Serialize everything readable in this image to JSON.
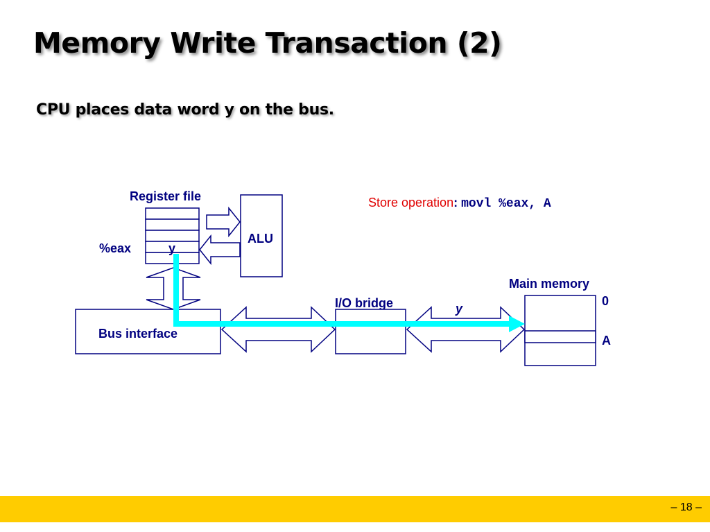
{
  "slide": {
    "title": "Memory Write Transaction (2)",
    "bullet": "CPU places data word y on the bus.",
    "page_number": "– 18 –"
  },
  "diagram": {
    "register_file_label": "Register file",
    "eax_label": "%eax",
    "eax_value": "y",
    "alu_label": "ALU",
    "bus_interface_label": "Bus interface",
    "io_bridge_label": "I/O bridge",
    "bus_data_label": "y",
    "main_memory_label": "Main memory",
    "memory_address_0": "0",
    "memory_address_a": "A",
    "store_label": "Store operation",
    "store_colon": ":",
    "store_code": "movl %eax, A"
  },
  "colors": {
    "text": "#000080",
    "highlight_path": "#00ffff",
    "store_label": "#e00000",
    "footer": "#ffcc00"
  }
}
